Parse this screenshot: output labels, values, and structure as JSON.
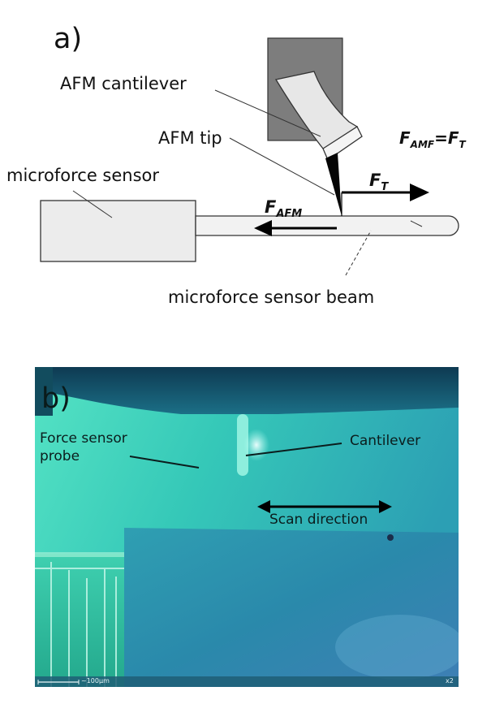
{
  "panel_a": {
    "label": "a)",
    "cantilever_label": "AFM cantilever",
    "tip_label": "AFM tip",
    "sensor_label": "microforce sensor",
    "beam_label": "microforce sensor beam",
    "f_afm_main": "F",
    "f_afm_sub": "AFM",
    "f_t_main": "F",
    "f_t_sub": "T",
    "eq_f1": "F",
    "eq_sub1": "AMF",
    "eq_mid": "=F",
    "eq_sub2": "T"
  },
  "panel_b": {
    "label": "b)",
    "probe_label_line1": "Force sensor",
    "probe_label_line2": "probe",
    "cantilever_label": "Cantilever",
    "scan_label": "Scan direction",
    "scale_label": "~100µm",
    "zoom_label": "x2"
  },
  "colors": {
    "cantilever_holder": "#7d7d7d",
    "light_gray_fill": "#ececec",
    "panel_b_teal": "#3fd0b6",
    "panel_b_dark": "#0f4d68"
  }
}
